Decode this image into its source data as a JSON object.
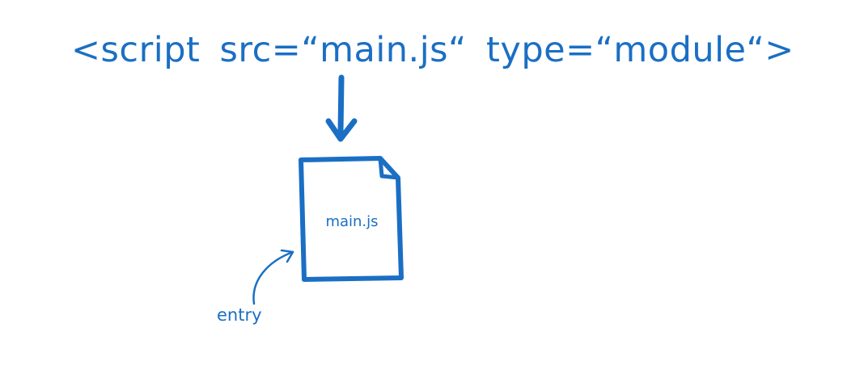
{
  "code": {
    "script_tag": "<script src=“main.js“ type=“module“>"
  },
  "file": {
    "name": "main.js"
  },
  "annotation": {
    "entry_label": "entry"
  },
  "colors": {
    "ink": "#1a6fc4",
    "background": "#ffffff"
  },
  "icons": {
    "load_arrow": "arrow-down-icon",
    "file": "file-icon",
    "pointer": "curved-arrow-icon"
  }
}
